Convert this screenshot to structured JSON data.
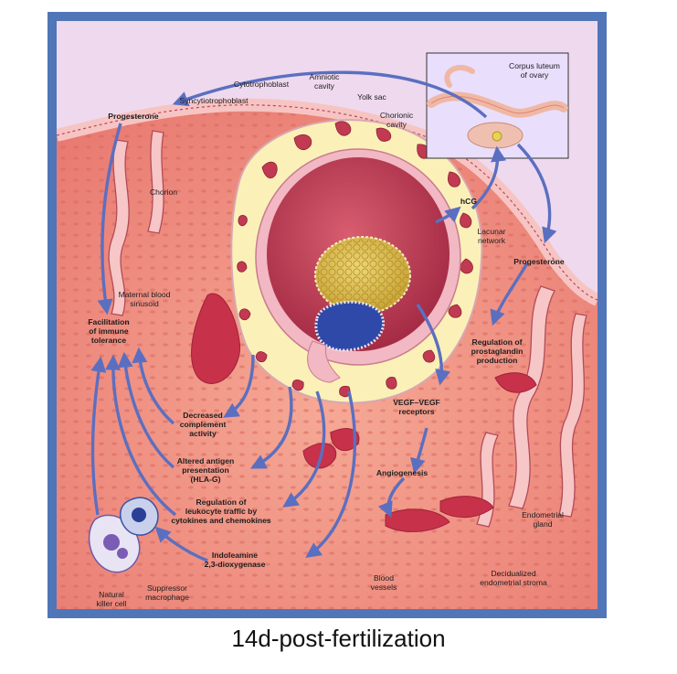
{
  "caption": "14d-post-fertilization",
  "labels": {
    "amniotic_cavity": "Amniotic\ncavity",
    "cytotrophoblast": "Cytotrophoblast",
    "syncytiotrophoblast": "Syncytiotrophoblast",
    "yolk_sac": "Yolk sac",
    "chorionic_cavity": "Chorionic\ncavity",
    "corpus_luteum": "Corpus luteum\nof ovary",
    "progesterone_top": "Progesterone",
    "chorion": "Chorion",
    "hcg": "hCG",
    "lacunar_network": "Lacunar\nnetwork",
    "progesterone_right": "Progesterone",
    "maternal_blood_sinusoid": "Maternal blood\nsinusoid",
    "facilitation_immune_tolerance": "Facilitation\nof immune\ntolerance",
    "regulation_prostaglandin": "Regulation of\nprostaglandin\nproduction",
    "vegf": "VEGF–VEGF\nreceptors",
    "decreased_complement": "Decreased\ncomplement\nactivity",
    "altered_antigen": "Altered antigen\npresentation\n(HLA-G)",
    "angiogenesis": "Angiogenesis",
    "regulation_leukocyte": "Regulation of\nleukocyte traffic by\ncytokines and chemokines",
    "endometrial_gland": "Endometrial\ngland",
    "indoleamine": "Indoleamine\n2,3-dioxygenase",
    "decidualized_stroma": "Decidualized\nendometrial stroma",
    "blood_vessels": "Blood\nvessels",
    "natural_killer_cell": "Natural\nkiller cell",
    "suppressor_macrophage": "Suppressor\nmacrophage"
  },
  "colors": {
    "frame": "#5076b8",
    "arrow": "#5b6fc0",
    "stroma": "#ee8f85",
    "trophoblast": "#fbf1b8",
    "chorionic_cavity": "#c8435a",
    "yolk_sac": "#d9b84a",
    "amnion": "#2e49a8"
  }
}
